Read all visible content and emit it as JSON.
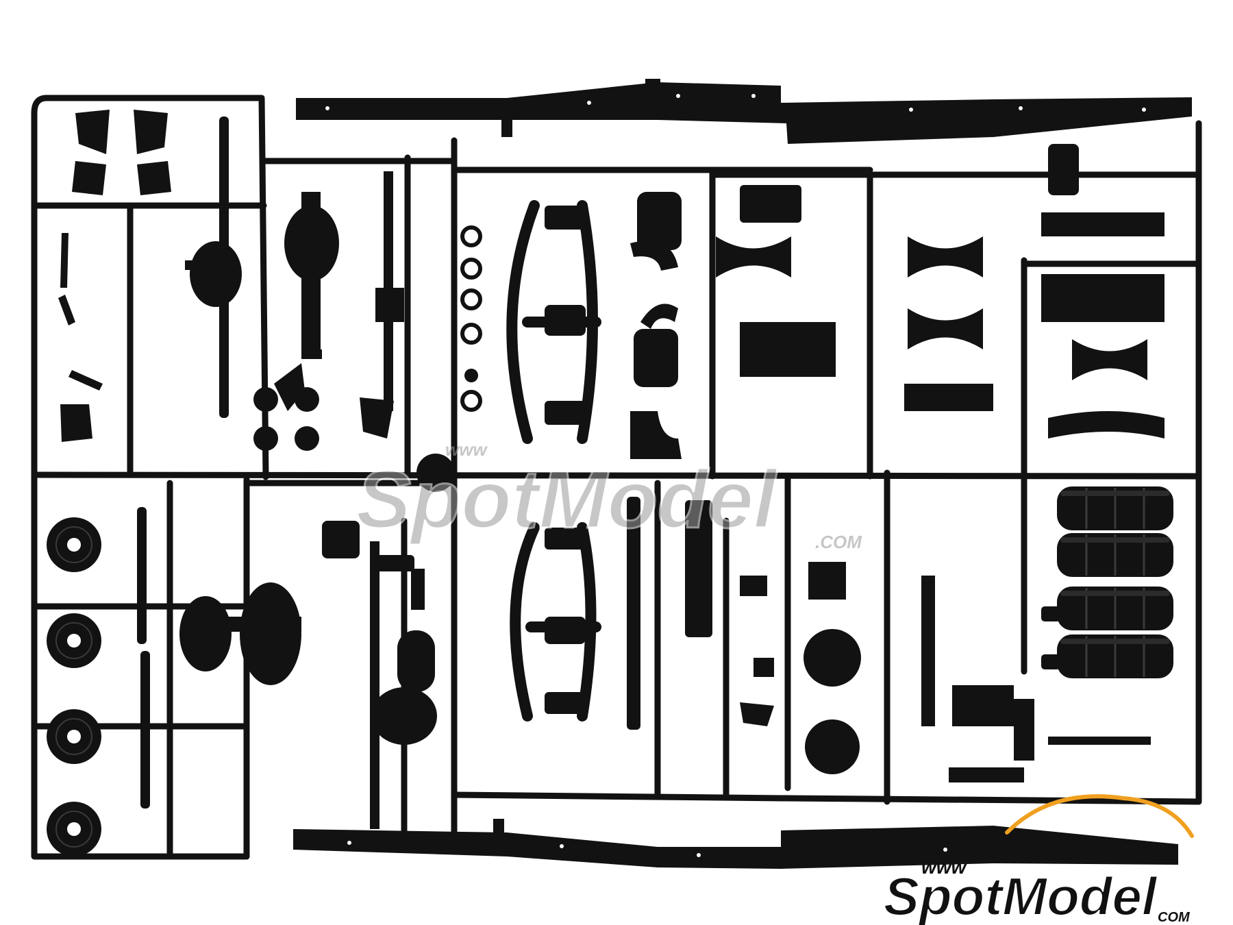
{
  "colors": {
    "background": "#ffffff",
    "plastic": "#121212",
    "plastic_highlight": "#3a3a3a",
    "watermark": "#9a9a9a",
    "logo_black": "#111111",
    "logo_orange": "#f0a020"
  },
  "watermark": {
    "www": "www",
    "brand": "SpotModel",
    "suffix": ".COM"
  },
  "logo": {
    "www": "www",
    "brand": "SpotModel",
    "suffix": "COM",
    "icon": "car-silhouette-icon"
  }
}
